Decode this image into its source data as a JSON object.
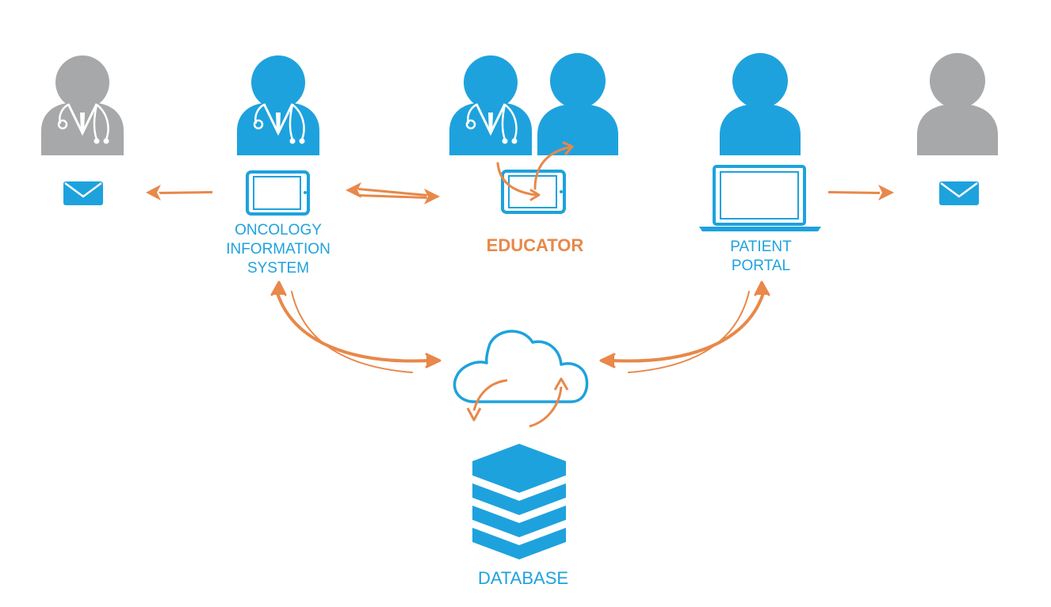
{
  "colors": {
    "blue": "#1ea2dd",
    "gray": "#a7a8aa",
    "orange": "#e8884a",
    "white": "#ffffff"
  },
  "icons": [
    "doctor-icon-gray",
    "mail-icon",
    "doctor-icon-blue",
    "tablet-icon",
    "educator-doctor-icon",
    "educator-patient-icon",
    "tablet-icon",
    "patient-icon-blue",
    "laptop-icon",
    "patient-icon-gray",
    "mail-icon",
    "cloud-icon",
    "database-icon"
  ],
  "labels": {
    "oncology_line1": "ONCOLOGY",
    "oncology_line2": "INFORMATION",
    "oncology_line3": "SYSTEM",
    "educator": "EDUCATOR",
    "patient_line1": "PATIENT",
    "patient_line2": "PORTAL",
    "database": "DATABASE"
  }
}
